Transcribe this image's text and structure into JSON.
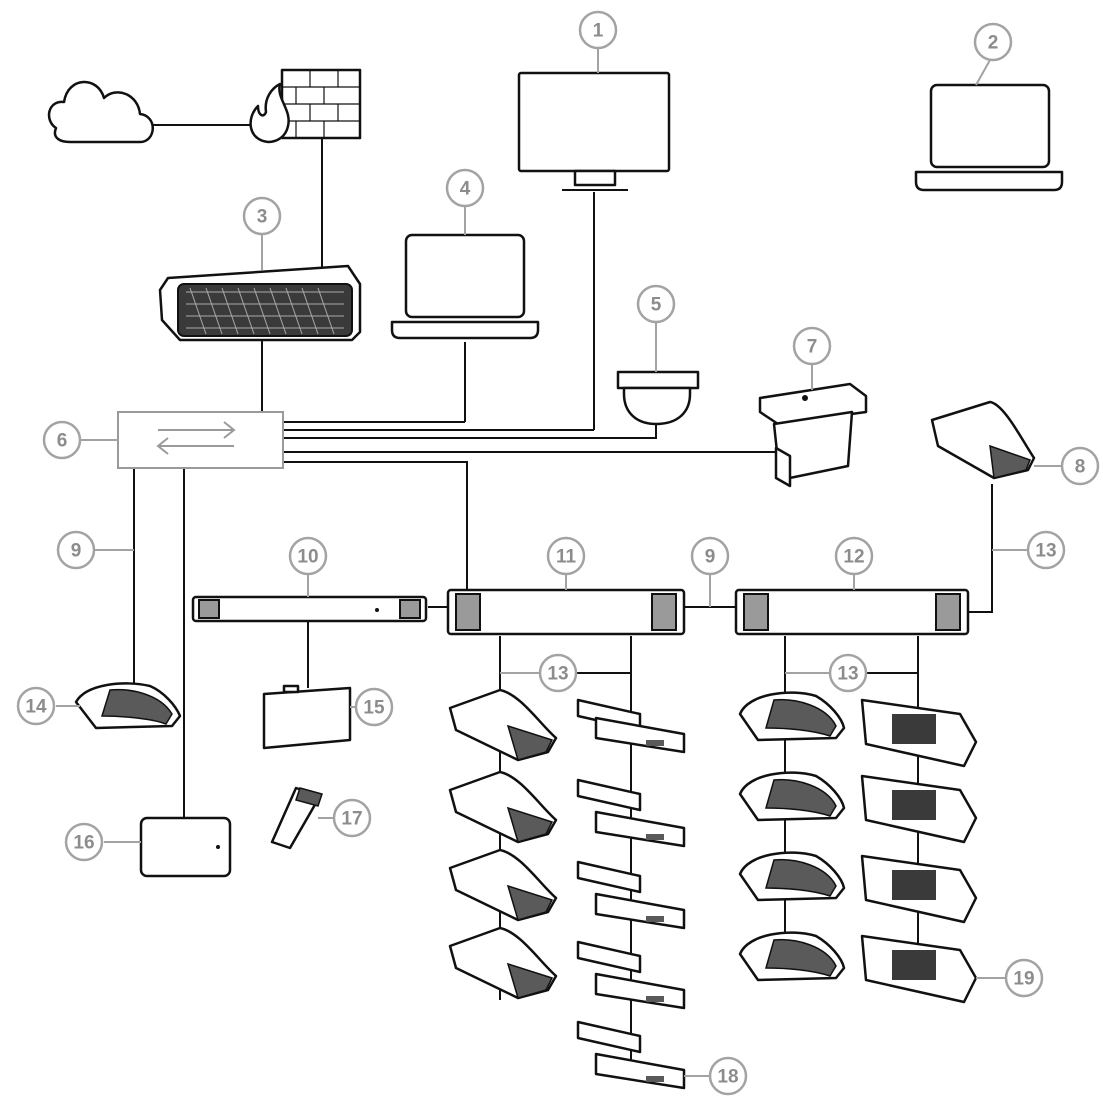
{
  "callouts": [
    {
      "id": "1",
      "label": "1"
    },
    {
      "id": "2",
      "label": "2"
    },
    {
      "id": "3",
      "label": "3"
    },
    {
      "id": "4",
      "label": "4"
    },
    {
      "id": "5",
      "label": "5"
    },
    {
      "id": "6",
      "label": "6"
    },
    {
      "id": "7",
      "label": "7"
    },
    {
      "id": "8",
      "label": "8"
    },
    {
      "id": "9a",
      "label": "9"
    },
    {
      "id": "9b",
      "label": "9"
    },
    {
      "id": "10",
      "label": "10"
    },
    {
      "id": "11",
      "label": "11"
    },
    {
      "id": "12",
      "label": "12"
    },
    {
      "id": "13a",
      "label": "13"
    },
    {
      "id": "13b",
      "label": "13"
    },
    {
      "id": "13c",
      "label": "13"
    },
    {
      "id": "14",
      "label": "14"
    },
    {
      "id": "15",
      "label": "15"
    },
    {
      "id": "16",
      "label": "16"
    },
    {
      "id": "17",
      "label": "17"
    },
    {
      "id": "18",
      "label": "18"
    },
    {
      "id": "19",
      "label": "19"
    }
  ],
  "icons": {
    "cloud": "cloud-icon",
    "firewall": "firewall-icon",
    "monitor": "monitor-icon",
    "laptop": "laptop-icon",
    "server": "server-icon",
    "camera": "dome-camera-icon",
    "switch": "network-switch-icon"
  },
  "colors": {
    "line": "#111111",
    "callout": "#a3a3a3",
    "callout_text": "#8c8c8c"
  }
}
